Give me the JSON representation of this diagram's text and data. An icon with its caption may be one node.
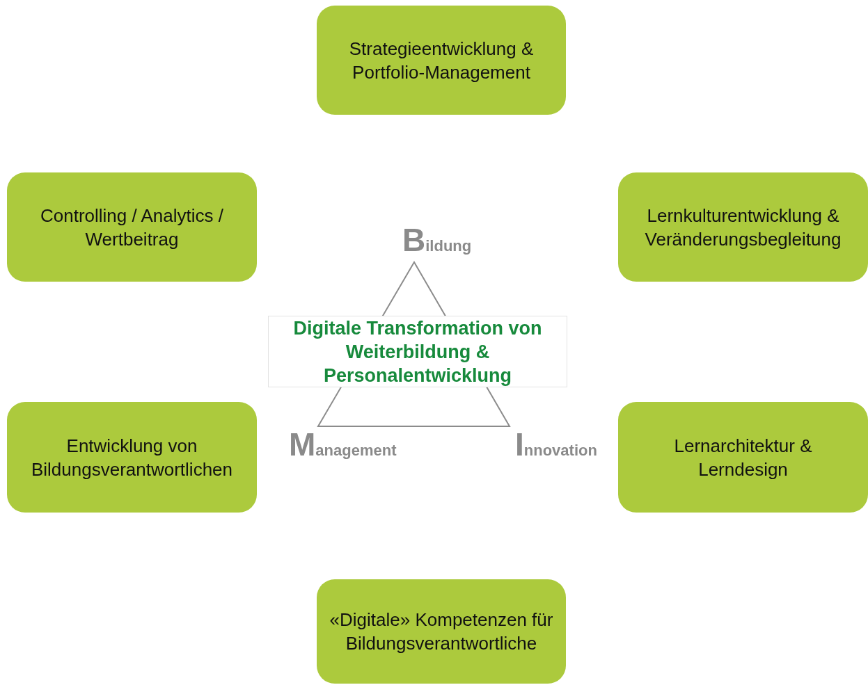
{
  "diagram": {
    "nodes": [
      {
        "text": [
          "Strategieentwicklung & Portfolio-Management"
        ]
      },
      {
        "text": [
          "Controlling / Analytics / Wertbeitrag"
        ]
      },
      {
        "text": [
          "Lernkulturentwicklung & Veränderungsbegleitung"
        ]
      },
      {
        "text": [
          "Digitale Transformation von Weiterbildung & Personalentwicklung"
        ]
      },
      {
        "text": [
          "Entwicklung von Bildungsverantwortlichen"
        ]
      },
      {
        "text": [
          "Lernarchitektur & Lerndesign"
        ]
      },
      {
        "text": [
          "«Digitale» Kompetenzen für Bildungsverantwortliche"
        ]
      }
    ],
    "labels": [
      "Bildung",
      "Management",
      "Innovation"
    ]
  }
}
